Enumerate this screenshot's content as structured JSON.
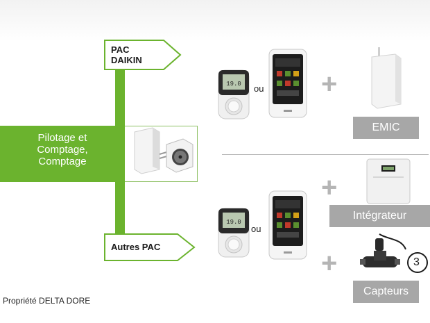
{
  "tags": {
    "pac_daikin": [
      "PAC",
      "DAIKIN"
    ],
    "autres_pac": "Autres PAC"
  },
  "center_box": {
    "lines": [
      "Pilotage et",
      "Comptage,",
      "Comptage"
    ]
  },
  "devices": {
    "or_label_top": "ou",
    "or_label_bottom": "ou",
    "thermostat_display": "19.0"
  },
  "labels": {
    "emic": "EMIC",
    "integrateur": "Intégrateur",
    "capteurs": "Capteurs"
  },
  "badge_number": "3",
  "footer": "Propriété DELTA DORE",
  "colors": {
    "green": "#6bb32e",
    "gray_label": "#a7a7a7",
    "plus": "#b5b5b5"
  }
}
